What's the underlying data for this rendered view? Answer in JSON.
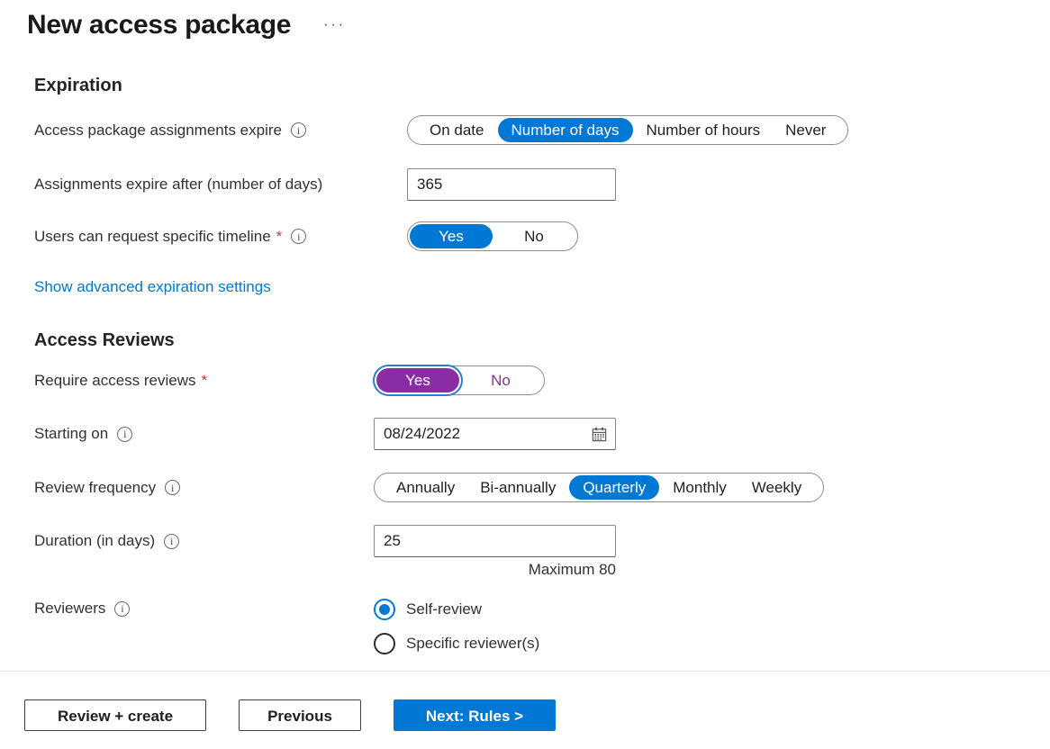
{
  "header": {
    "title": "New access package",
    "more_label": "···"
  },
  "icons": {
    "info_glyph": "i"
  },
  "expiration": {
    "heading": "Expiration",
    "assignments_expire": {
      "label": "Access package assignments expire",
      "options": [
        "On date",
        "Number of days",
        "Number of hours",
        "Never"
      ],
      "selected": "Number of days"
    },
    "expire_after": {
      "label": "Assignments expire after (number of days)",
      "value": "365"
    },
    "specific_timeline": {
      "label": "Users can request specific timeline",
      "required_mark": "*",
      "yes": "Yes",
      "no": "No",
      "selected": "Yes"
    },
    "advanced_link": "Show advanced expiration settings"
  },
  "access_reviews": {
    "heading": "Access Reviews",
    "require_reviews": {
      "label": "Require access reviews",
      "required_mark": "*",
      "yes": "Yes",
      "no": "No",
      "selected": "Yes"
    },
    "starting_on": {
      "label": "Starting on",
      "value": "08/24/2022"
    },
    "review_frequency": {
      "label": "Review frequency",
      "options": [
        "Annually",
        "Bi-annually",
        "Quarterly",
        "Monthly",
        "Weekly"
      ],
      "selected": "Quarterly"
    },
    "duration": {
      "label": "Duration (in days)",
      "value": "25",
      "hint": "Maximum 80"
    },
    "reviewers": {
      "label": "Reviewers",
      "options": [
        "Self-review",
        "Specific reviewer(s)"
      ],
      "selected": "Self-review"
    }
  },
  "footer": {
    "buttons": [
      {
        "label": "Review + create",
        "type": "secondary"
      },
      {
        "label": "Previous",
        "type": "secondary"
      },
      {
        "label": "Next: Rules >",
        "type": "primary"
      }
    ]
  },
  "colors": {
    "accent_blue": "#0078d4",
    "accent_purple": "#8a2da5",
    "link": "#0078d4",
    "required_red": "#d13438"
  }
}
